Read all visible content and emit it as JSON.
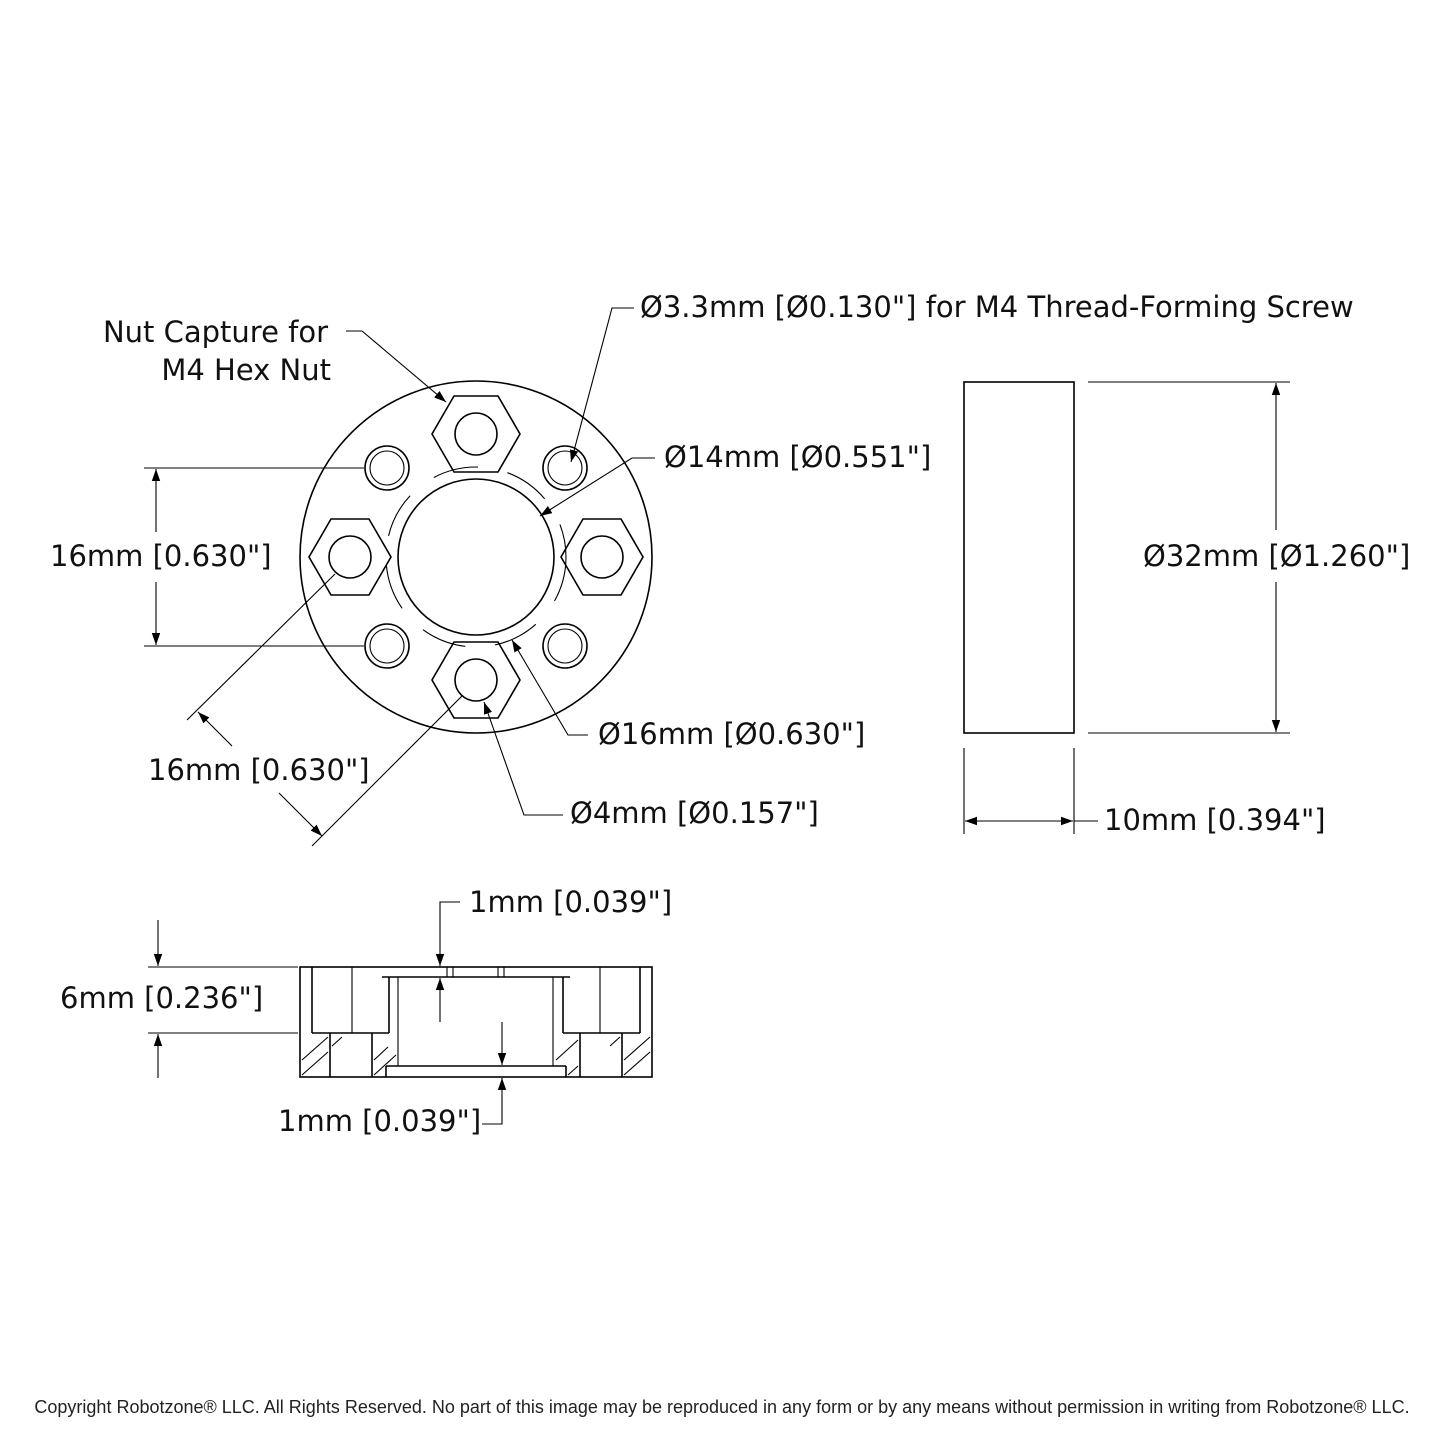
{
  "labels": {
    "nut_capture_line1": "Nut Capture for",
    "nut_capture_line2": "M4 Hex Nut",
    "screw_hole": "Ø3.3mm [Ø0.130\"] for M4 Thread-Forming Screw",
    "bore": "Ø14mm [Ø0.551\"]",
    "vertical_spacing": "16mm [0.630\"]",
    "diagonal_spacing": "16mm [0.630\"]",
    "bolt_circle": "Ø16mm [Ø0.630\"]",
    "center_hole": "Ø4mm [Ø0.157\"]",
    "outer_diameter": "Ø32mm [Ø1.260\"]",
    "thickness": "10mm [0.394\"]",
    "top_step": "1mm [0.039\"]",
    "section_depth": "6mm [0.236\"]",
    "bottom_step": "1mm [0.039\"]"
  },
  "footer": {
    "copyright": "Copyright Robotzone® LLC.  All Rights Reserved. No part of this image may be reproduced in any form or by any means without permission in writing from Robotzone® LLC."
  }
}
